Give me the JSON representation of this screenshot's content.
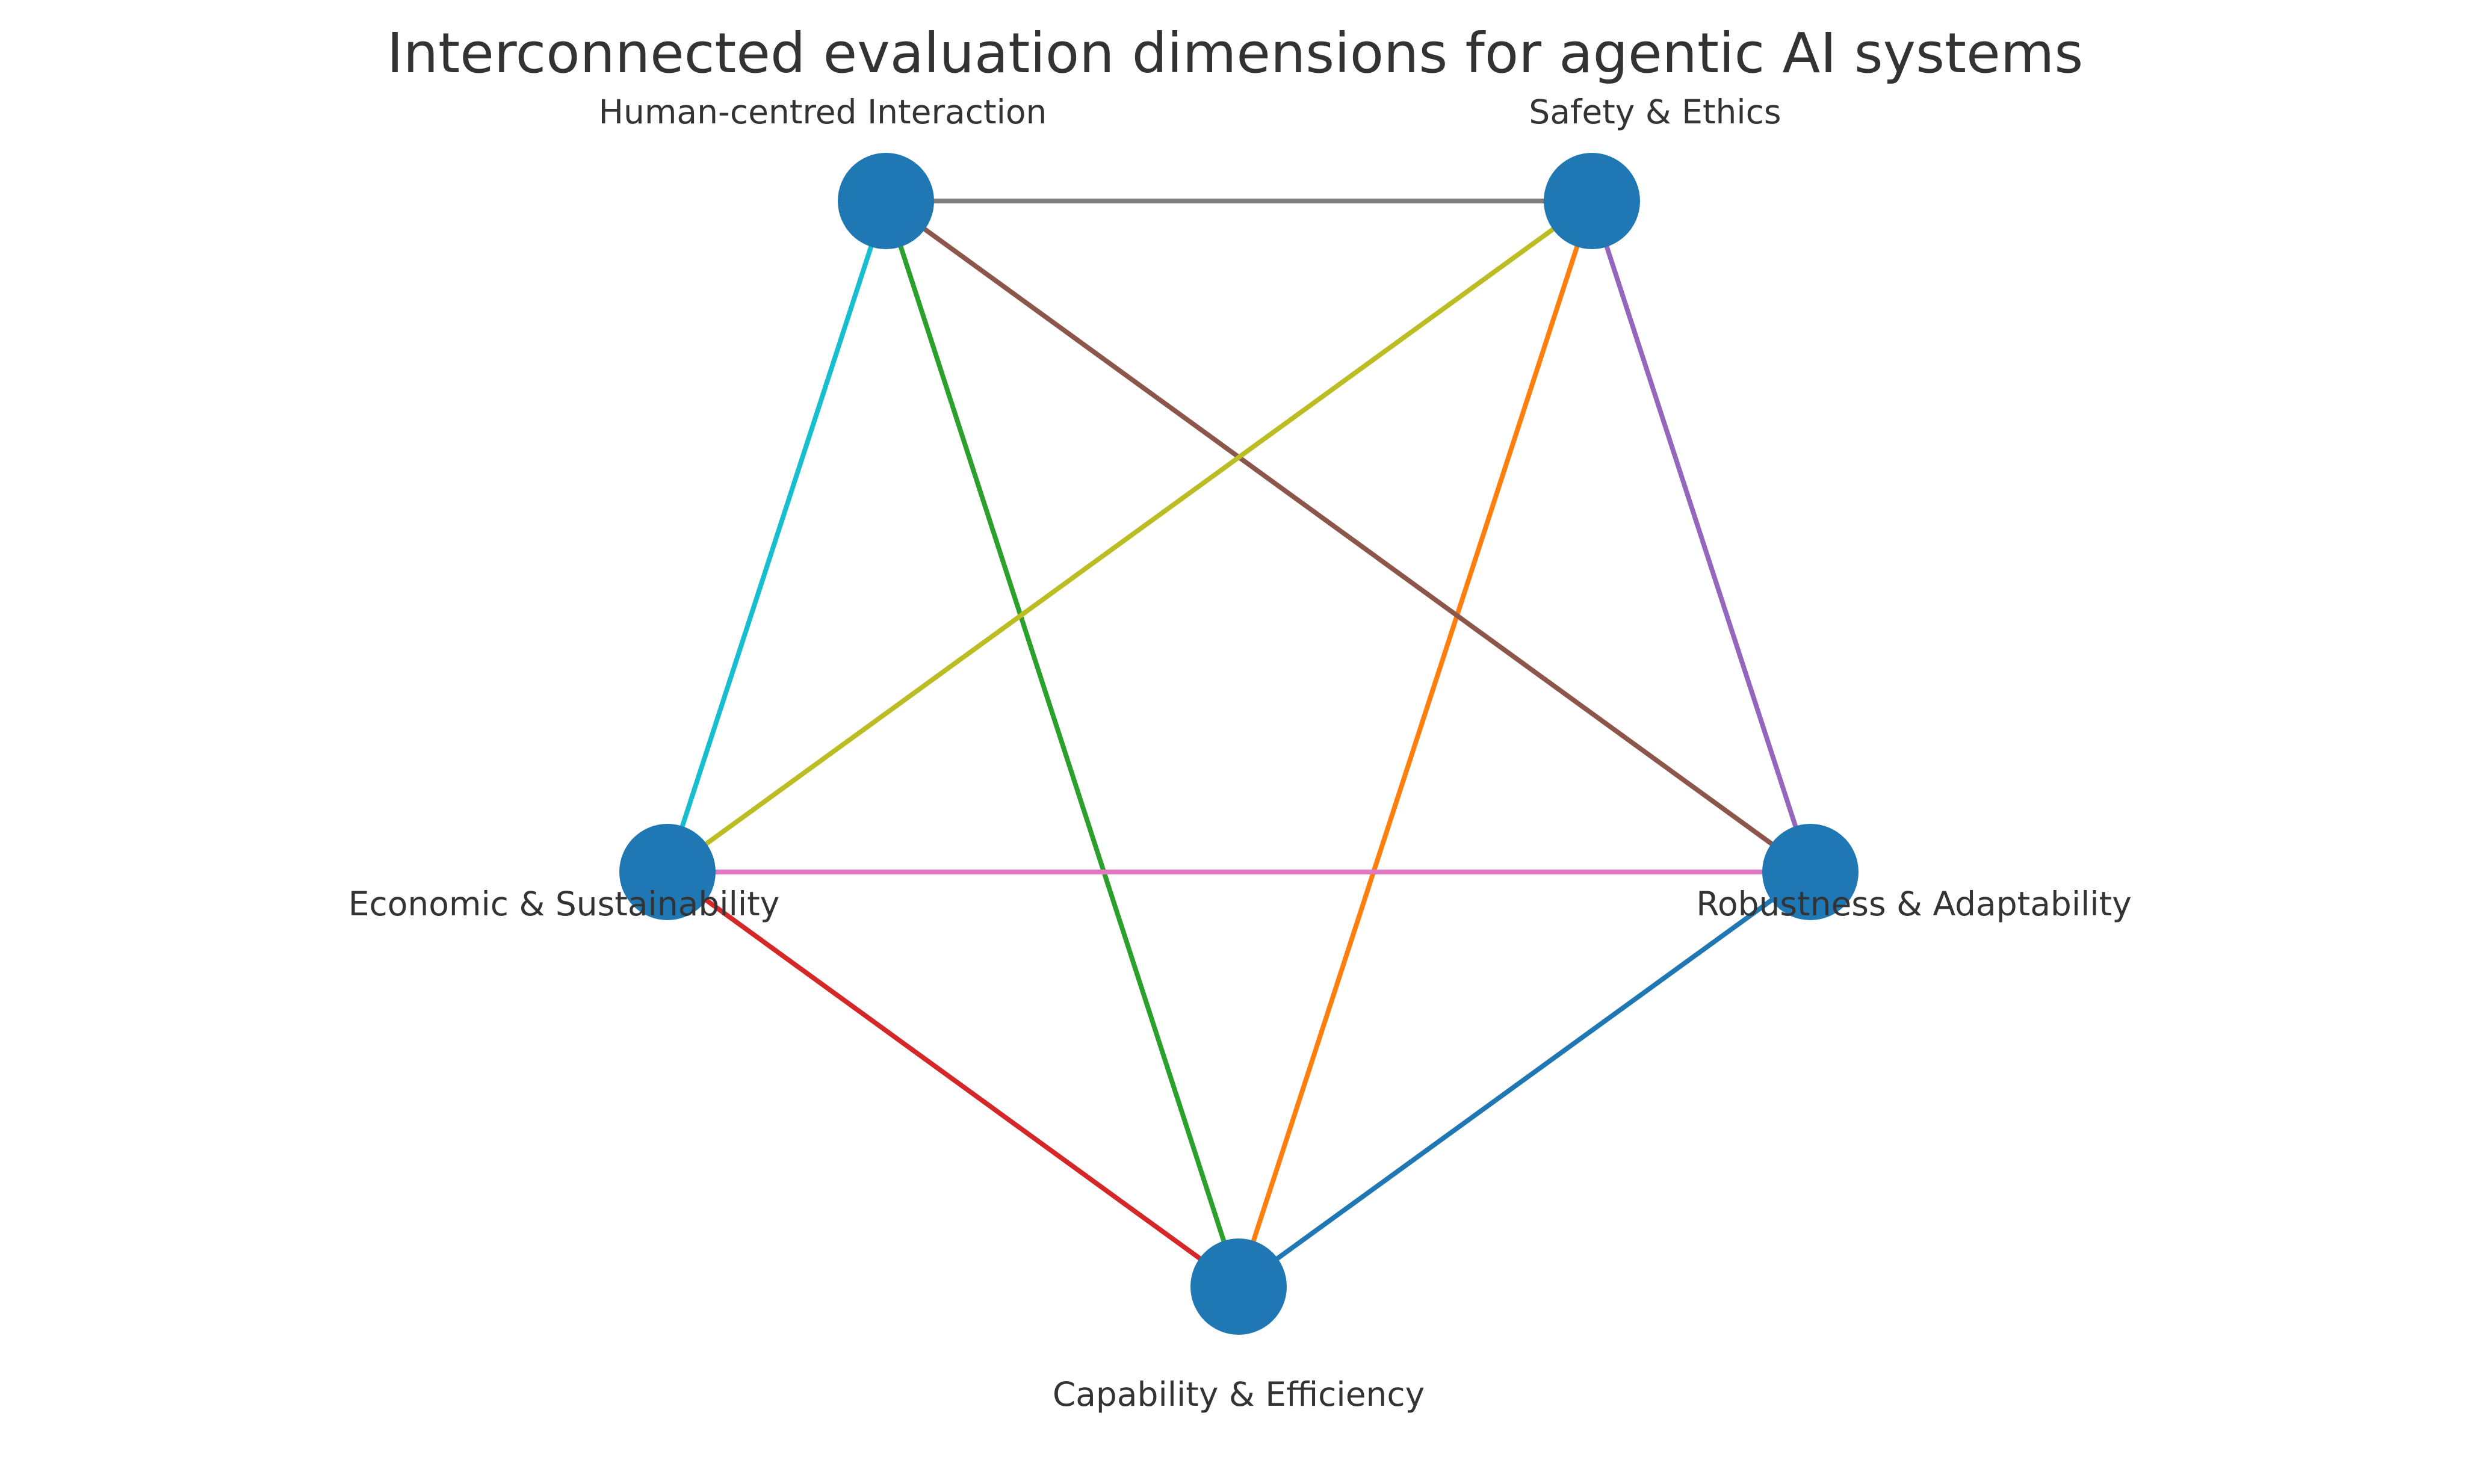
{
  "title": "Interconnected evaluation dimensions for agentic AI systems",
  "node_color": "#1f77b4",
  "nodes": [
    {
      "id": "human",
      "label": "Human-centred Interaction"
    },
    {
      "id": "safety",
      "label": "Safety & Ethics"
    },
    {
      "id": "robustness",
      "label": "Robustness & Adaptability"
    },
    {
      "id": "capability",
      "label": "Capability & Efficiency"
    },
    {
      "id": "economic",
      "label": "Economic & Sustainability"
    }
  ],
  "edges": [
    {
      "from": "capability",
      "to": "robustness",
      "color": "#1f77b4"
    },
    {
      "from": "capability",
      "to": "safety",
      "color": "#ff7f0e"
    },
    {
      "from": "capability",
      "to": "human",
      "color": "#2ca02c"
    },
    {
      "from": "capability",
      "to": "economic",
      "color": "#d62728"
    },
    {
      "from": "robustness",
      "to": "safety",
      "color": "#9467bd"
    },
    {
      "from": "robustness",
      "to": "human",
      "color": "#8c564b"
    },
    {
      "from": "robustness",
      "to": "economic",
      "color": "#e377c2"
    },
    {
      "from": "safety",
      "to": "human",
      "color": "#7f7f7f"
    },
    {
      "from": "safety",
      "to": "economic",
      "color": "#bcbd22"
    },
    {
      "from": "human",
      "to": "economic",
      "color": "#17becf"
    }
  ]
}
